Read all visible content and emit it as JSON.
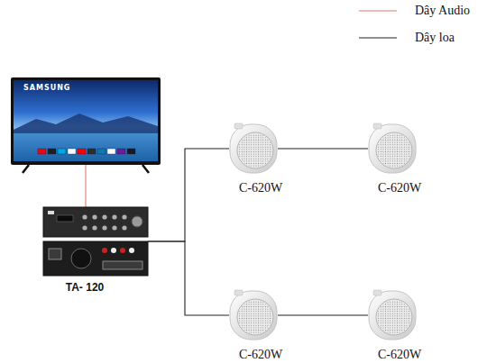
{
  "diagram": {
    "nodes": [
      {
        "text": [
          "SAMSUNG"
        ]
      },
      {
        "text": [
          "TA- 120"
        ]
      },
      {
        "text": [
          "C-620W"
        ]
      },
      {
        "text": [
          "C-620W"
        ]
      },
      {
        "text": [
          "C-620W"
        ]
      },
      {
        "text": [
          "C-620W"
        ]
      }
    ],
    "edges": [
      {
        "from": 0,
        "to": 1,
        "arrow": "none"
      },
      {
        "from": 1,
        "to": 2,
        "arrow": "none"
      },
      {
        "from": 1,
        "to": 4,
        "arrow": "none"
      },
      {
        "from": 2,
        "to": 3,
        "arrow": "none"
      },
      {
        "from": 4,
        "to": 5,
        "arrow": "none"
      }
    ],
    "legend": [
      {
        "text": "Dây Audio"
      },
      {
        "text": "Dây loa"
      }
    ]
  }
}
